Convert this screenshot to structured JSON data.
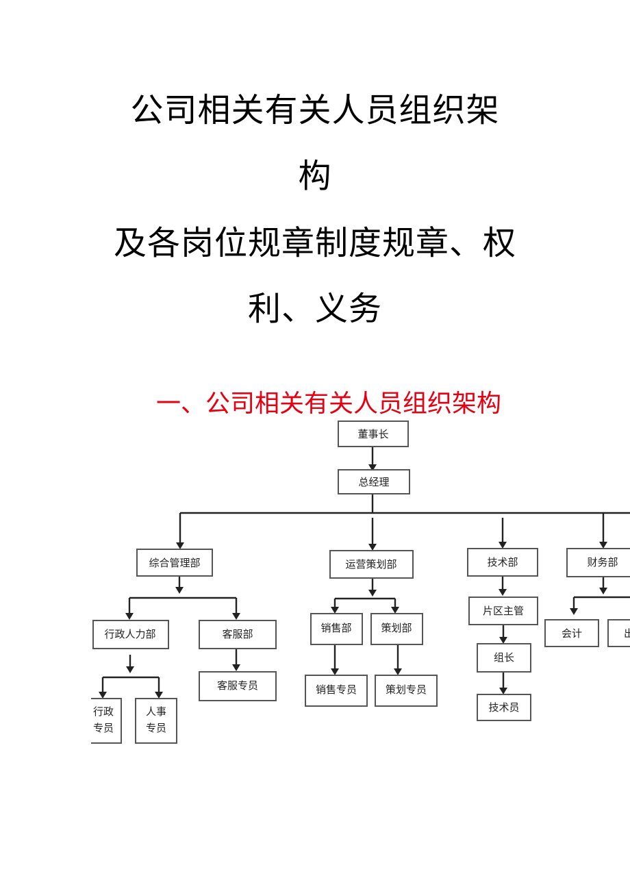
{
  "document": {
    "title_lines": [
      "公司相关有关人员组织架",
      "构",
      "及各岗位规章制度规章、权",
      "利、义务"
    ],
    "section_heading": "一、公司相关有关人员组织架构",
    "heading_color": "#e60012"
  },
  "org_chart": {
    "chairman": "董事长",
    "general_manager": "总经理",
    "dept_general_admin": "综合管理部",
    "dept_operations_planning": "运营策划部",
    "dept_technical": "技术部",
    "dept_finance": "财务部",
    "admin_hr": "行政人力部",
    "customer_service": "客服部",
    "customer_service_specialist": "客服专员",
    "admin_specialist_line1": "行政",
    "admin_specialist_line2": "专员",
    "hr_specialist_line1": "人事",
    "hr_specialist_line2": "专员",
    "sales_dept": "销售部",
    "planning_dept": "策划部",
    "sales_specialist": "销售专员",
    "planning_specialist": "策划专员",
    "area_supervisor": "片区主管",
    "team_leader": "组长",
    "technician": "技术员",
    "accountant": "会计",
    "cashier_partial": "出"
  }
}
